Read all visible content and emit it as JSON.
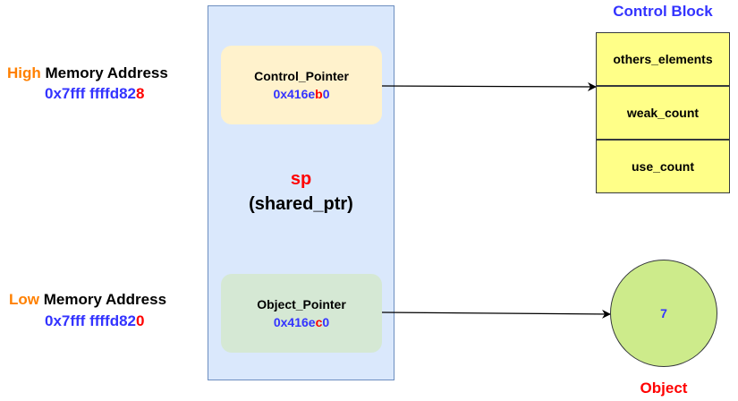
{
  "high_address": {
    "prefix": "High",
    "suffix": " Memory Address",
    "value_main": "0x7fff ffffd82",
    "value_last": "8"
  },
  "low_address": {
    "prefix": "Low",
    "suffix": " Memory Address",
    "value_main": "0x7fff ffffd82",
    "value_last": "0"
  },
  "shared_ptr": {
    "name": "sp",
    "type": "(shared_ptr)",
    "control_pointer": {
      "label": "Control_Pointer",
      "addr_main": "0x416e",
      "addr_highlight": "b",
      "addr_tail": "0"
    },
    "object_pointer": {
      "label": "Object_Pointer",
      "addr_main": "0x416e",
      "addr_highlight": "c",
      "addr_tail": "0"
    }
  },
  "control_block": {
    "title": "Control Block",
    "cells": [
      "others_elements",
      "weak_count",
      "use_count"
    ]
  },
  "object": {
    "value": "7",
    "label": "Object"
  },
  "colors": {
    "accent_orange": "#FF8000",
    "accent_blue": "#3333FF",
    "accent_red": "#FF0000",
    "sp_fill": "#DAE8FC",
    "control_ptr_fill": "#FFF2CC",
    "object_ptr_fill": "#D5E8D4",
    "control_block_fill": "#FFFF88",
    "object_fill": "#CDEB8B"
  }
}
